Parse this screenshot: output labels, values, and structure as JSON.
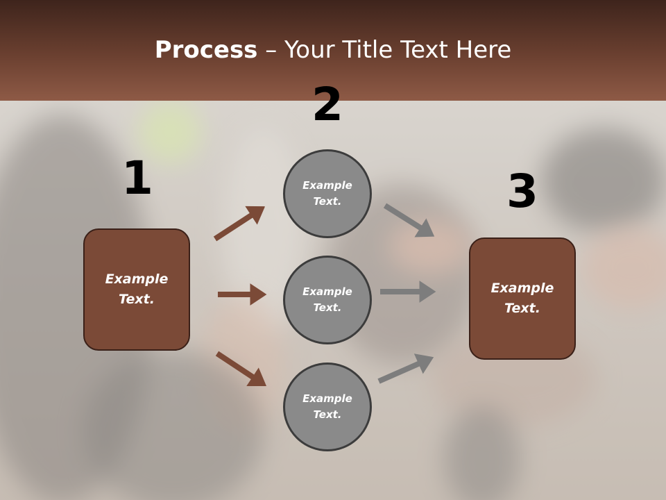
{
  "title": {
    "bold": "Process",
    "rest": " – Your Title Text Here"
  },
  "steps": [
    {
      "number": "1",
      "label": "Example\nText."
    },
    {
      "number": "2",
      "label": ""
    },
    {
      "number": "3",
      "label": "Example\nText."
    }
  ],
  "circles": [
    {
      "label": "Example\nText."
    },
    {
      "label": "Example\nText."
    },
    {
      "label": "Example\nText."
    }
  ],
  "colors": {
    "box": "#7b4a37",
    "arrow_brown": "#7b4a37",
    "arrow_gray": "#7d7d7d",
    "circle": "#8a8a8a"
  }
}
